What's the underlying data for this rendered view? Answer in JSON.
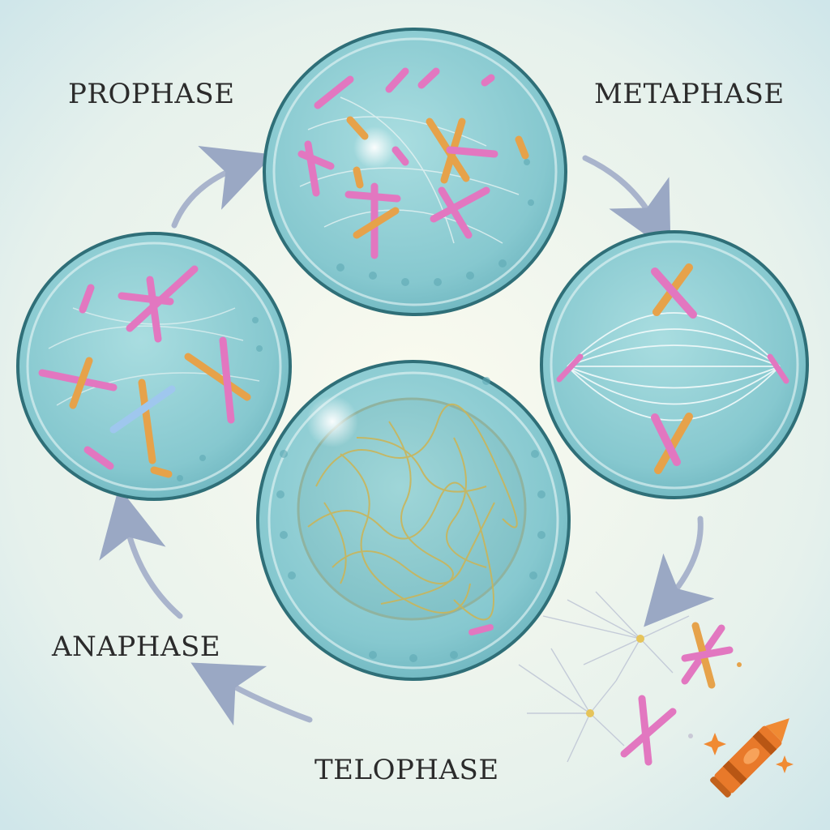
{
  "labels": {
    "prophase": "PROPHASE",
    "metaphase": "METAPHASE",
    "anaphase": "ANAPHASE",
    "telophase": "TELOPHASE"
  },
  "colors": {
    "cell_fill": "#8fd0d4",
    "cell_edge": "#2f6f78",
    "chromosome_pink": "#e277c0",
    "chromosome_orange": "#e6a24a",
    "chromosome_blue": "#9fc7ee",
    "background": "#eef5ee",
    "crayon": "#e8792a"
  },
  "icons": {
    "logo": "crayon-icon"
  }
}
